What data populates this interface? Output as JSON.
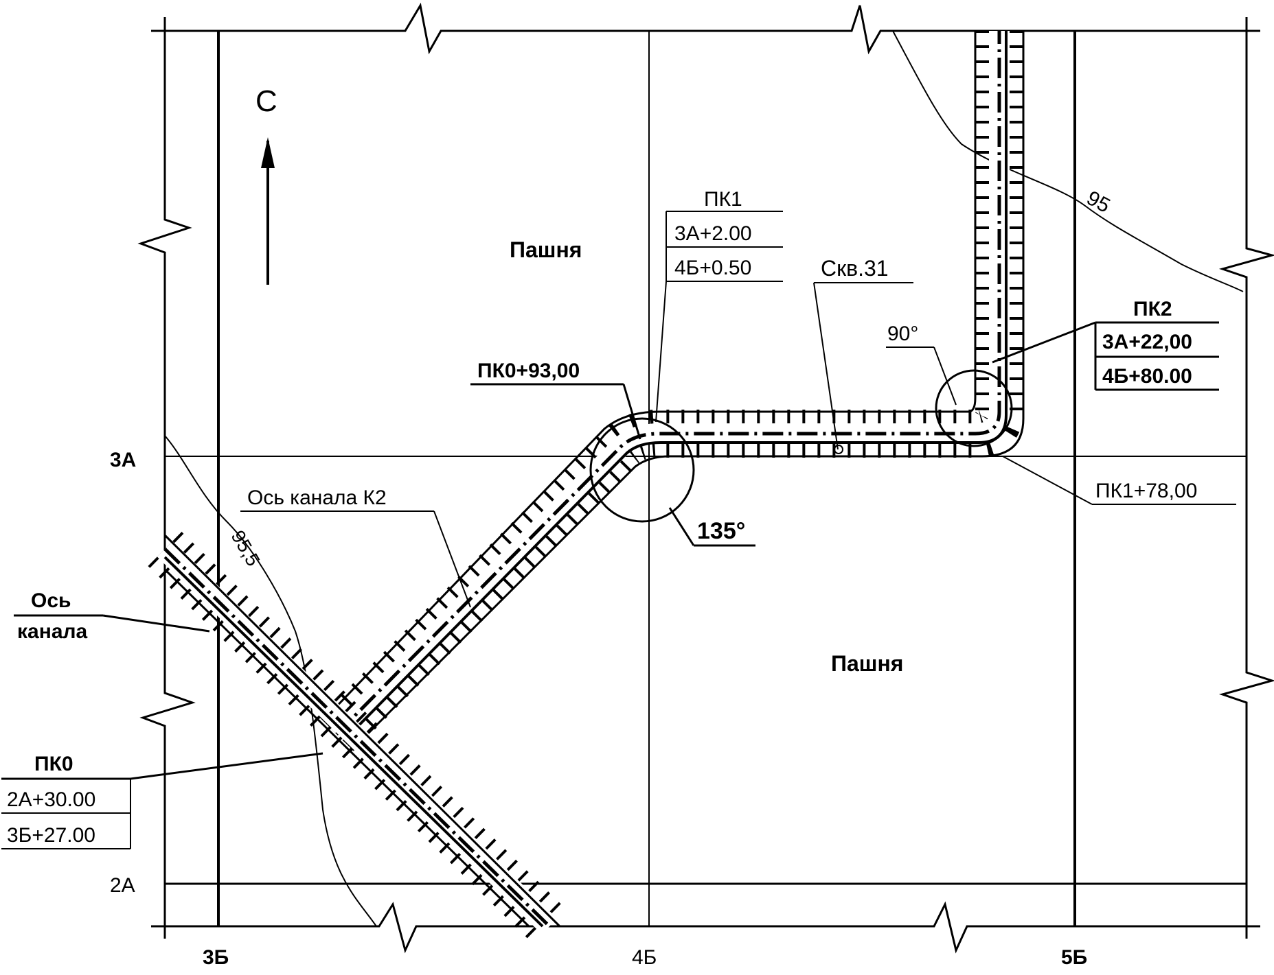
{
  "north_arrow": {
    "label": "С"
  },
  "grid": {
    "row_3A": "3А",
    "row_2A": "2А",
    "col_3B": "3Б",
    "col_4B": "4Б",
    "col_5B": "5Б"
  },
  "fields": {
    "top": "Пашня",
    "bottom": "Пашня"
  },
  "contours": {
    "upper": "95",
    "lower": "95,5"
  },
  "pk0": {
    "title": "ПК0",
    "row1": "2А+30.00",
    "row2": "3Б+27.00"
  },
  "pk0_93": {
    "title": "ПК0+93,00"
  },
  "pk1": {
    "title": "ПК1",
    "row1": "3А+2.00",
    "row2": "4Б+0.50"
  },
  "pk1_78": {
    "title": "ПК1+78,00"
  },
  "pk2": {
    "title": "ПК2",
    "row1": "3А+22,00",
    "row2": "4Б+80.00"
  },
  "well": {
    "label": "Скв.31"
  },
  "angles": {
    "a135": "135°",
    "a90": "90°"
  },
  "axis_k2": {
    "label": "Ось канала К2"
  },
  "axis_channel": {
    "line1": "Ось",
    "line2": "канала"
  }
}
